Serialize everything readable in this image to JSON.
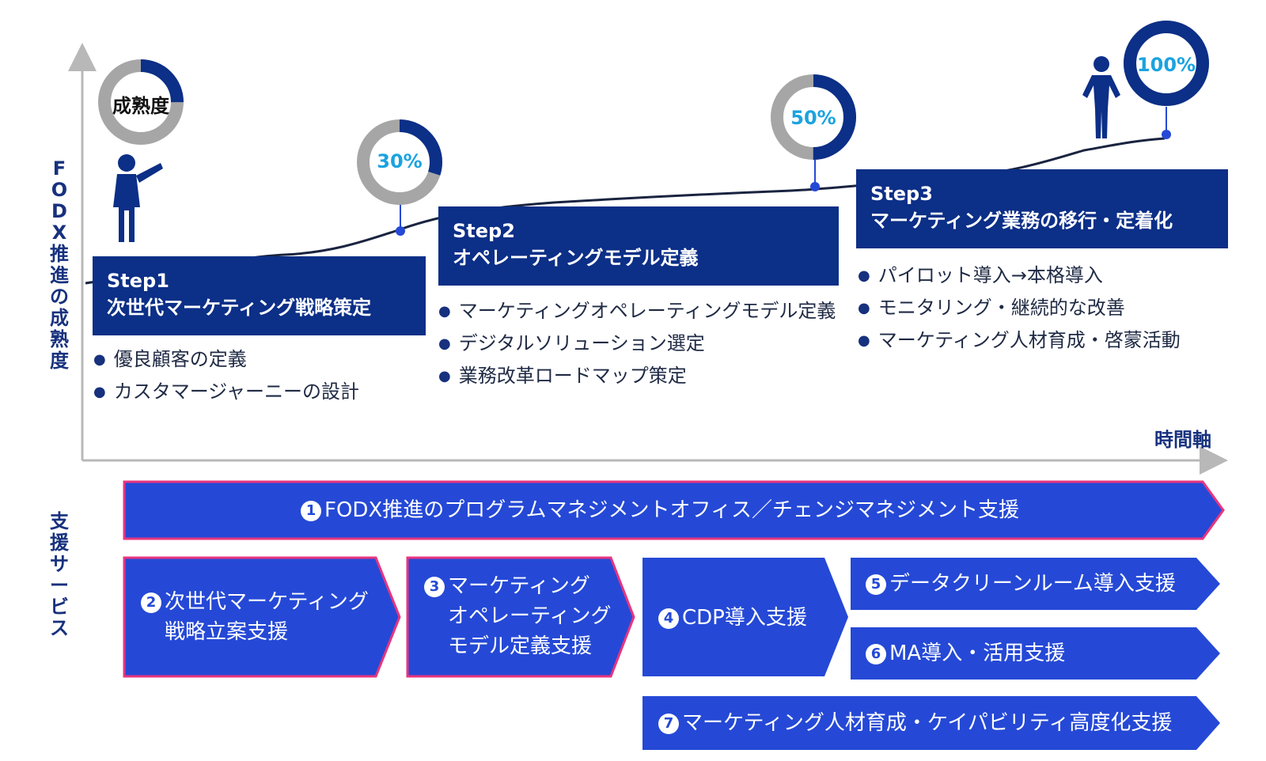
{
  "axes": {
    "y_label": "FODX推進の成熟度",
    "x_label": "時間軸"
  },
  "section_label": "支援サービス",
  "maturity_indicators": [
    {
      "label": "成熟度",
      "fraction": 0.25
    },
    {
      "label": "30%",
      "fraction": 0.3
    },
    {
      "label": "50%",
      "fraction": 0.5
    },
    {
      "label": "100%",
      "fraction": 1.0
    }
  ],
  "steps": [
    {
      "title": "Step1",
      "subtitle": "次世代マーケティング戦略策定",
      "bullets": [
        "優良顧客の定義",
        "カスタマージャーニーの設計"
      ]
    },
    {
      "title": "Step2",
      "subtitle": "オペレーティングモデル定義",
      "bullets": [
        "マーケティングオペレーティングモデル定義",
        "デジタルソリューション選定",
        "業務改革ロードマップ策定"
      ]
    },
    {
      "title": "Step3",
      "subtitle": "マーケティング業務の移行・定着化",
      "bullets": [
        "パイロット導入→本格導入",
        "モニタリング・継続的な改善",
        "マーケティング人材育成・啓蒙活動"
      ]
    }
  ],
  "services": [
    {
      "number": "1",
      "lines": [
        "FODX推進のプログラムマネジメントオフィス／チェンジマネジメント支援"
      ]
    },
    {
      "number": "2",
      "lines": [
        "次世代マーケティング",
        "戦略立案支援"
      ]
    },
    {
      "number": "3",
      "lines": [
        "マーケティング",
        "オペレーティング",
        "モデル定義支援"
      ]
    },
    {
      "number": "4",
      "lines": [
        "CDP導入支援"
      ]
    },
    {
      "number": "5",
      "lines": [
        "データクリーンルーム導入支援"
      ]
    },
    {
      "number": "6",
      "lines": [
        "MA導入・活用支援"
      ]
    },
    {
      "number": "7",
      "lines": [
        "マーケティング人材育成・ケイパビリティ高度化支援"
      ]
    }
  ],
  "colors": {
    "navy": "#0c2f87",
    "service_blue": "#2549d6",
    "pink_border": "#e8357f",
    "accent_cyan": "#1ba3e0",
    "donut_gray": "#a6a6a6"
  }
}
